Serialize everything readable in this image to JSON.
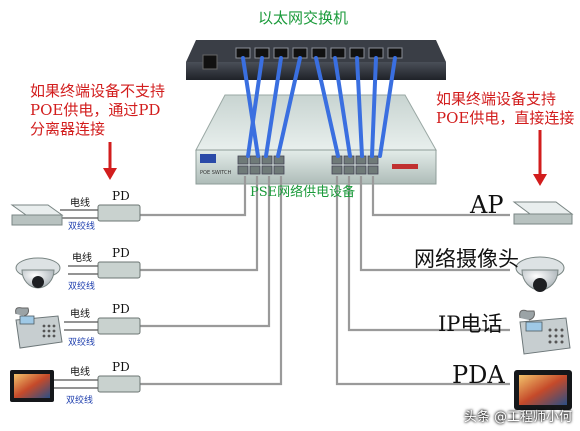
{
  "switch_label": "以太网交换机",
  "pse_label": "PSE网络供电设备",
  "left_note": "如果终端设备不支持POE供电，通过PD分离器连接",
  "right_note": "如果终端设备支持POE供电，直接连接",
  "left_devices": [
    {
      "name": "ap-device",
      "power": "电线",
      "pd": "PD",
      "twisted": "双绞线"
    },
    {
      "name": "camera-device",
      "power": "电线",
      "pd": "PD",
      "twisted": "双绞线"
    },
    {
      "name": "phone-device",
      "power": "电线",
      "pd": "PD",
      "twisted": "双绞线"
    },
    {
      "name": "pda-device",
      "power": "电线",
      "pd": "PD",
      "twisted": "双绞线"
    }
  ],
  "right_devices": [
    {
      "label": "AP"
    },
    {
      "label": "网络摄像头"
    },
    {
      "label": "IP电话"
    },
    {
      "label": "PDA"
    }
  ],
  "watermark": "头条 @工程师小何",
  "colors": {
    "cable_blue": "#3a6fe0",
    "arrow_red": "#d21d1d",
    "label_green": "#1a9a3a"
  }
}
